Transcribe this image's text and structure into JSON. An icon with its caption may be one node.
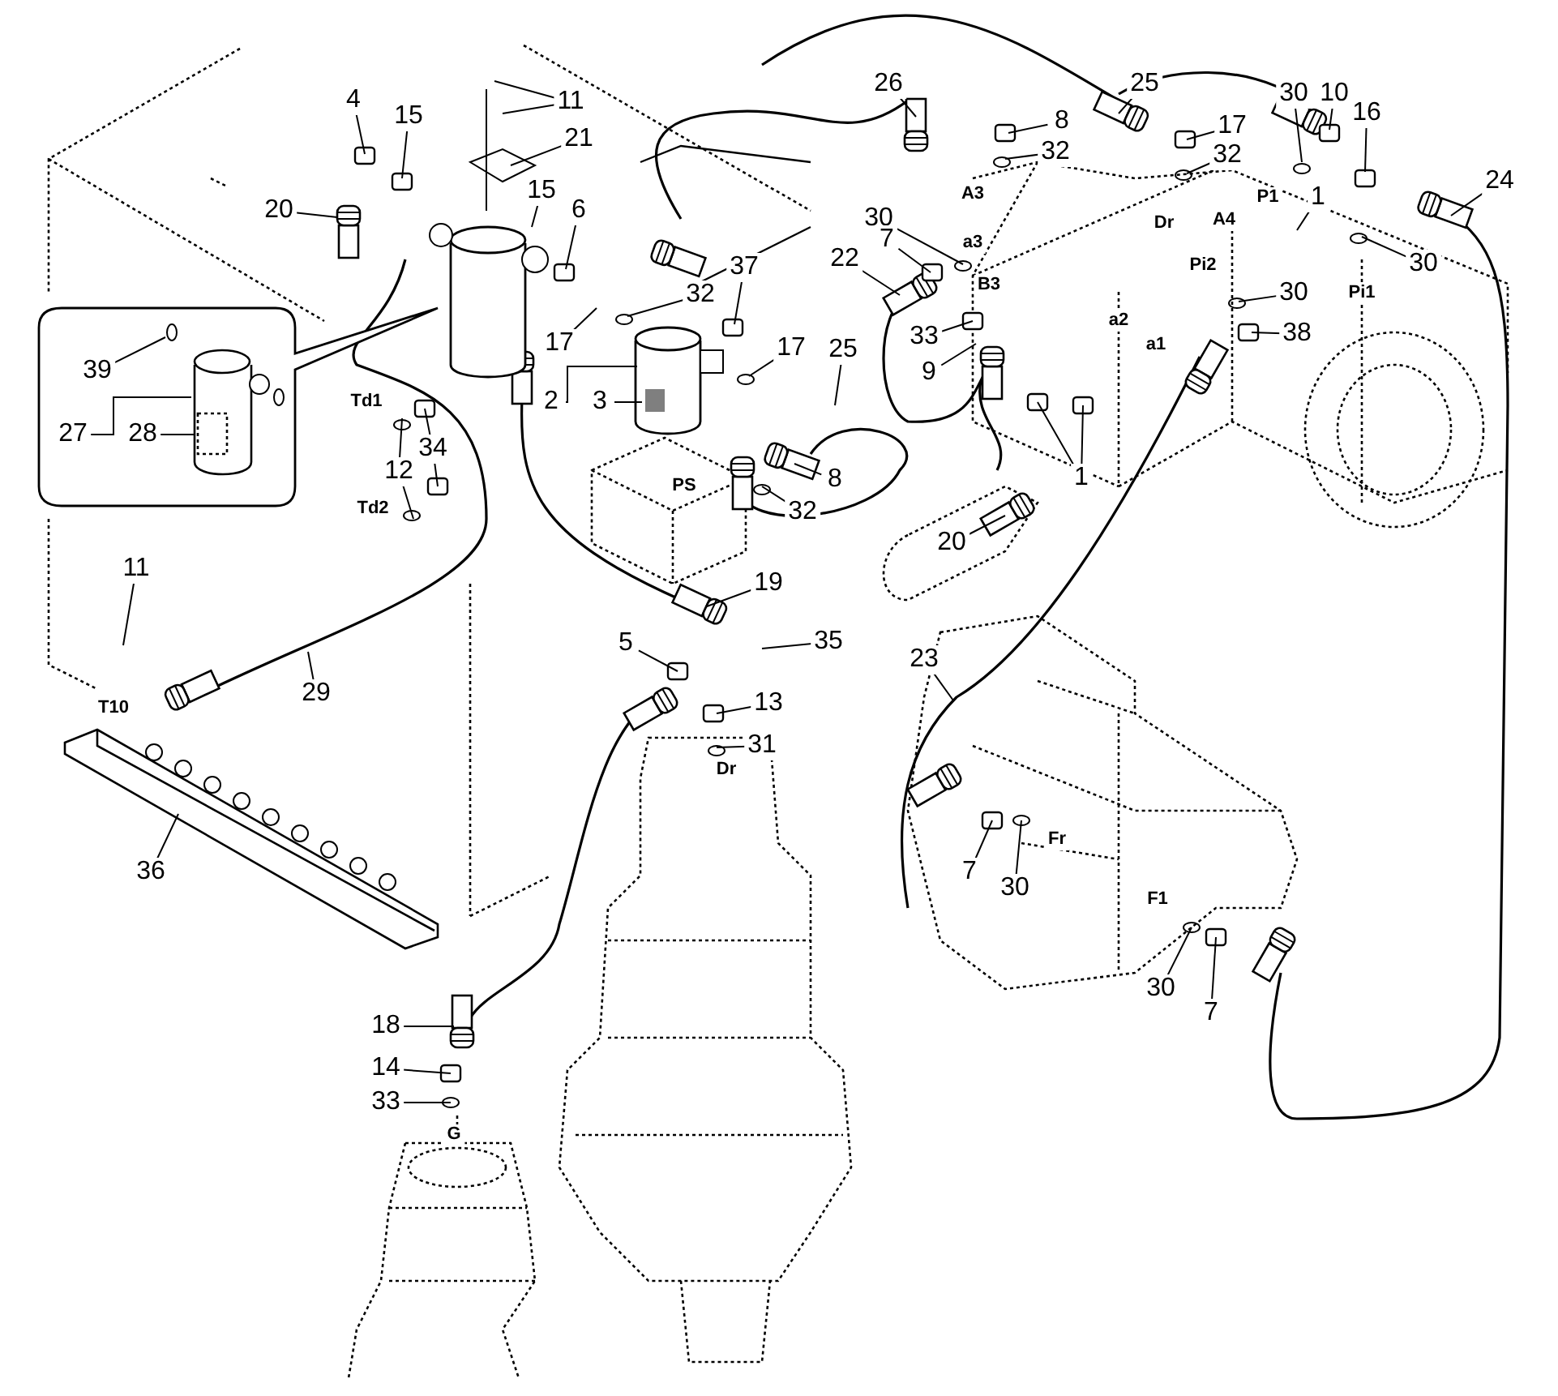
{
  "diagram": {
    "labels": [
      "26",
      "25",
      "30",
      "10",
      "4",
      "15",
      "11",
      "16",
      "21",
      "8",
      "17",
      "24",
      "20",
      "15",
      "6",
      "32",
      "32",
      "P1",
      "1",
      "A3",
      "Dr",
      "A4",
      "30",
      "37",
      "32",
      "a3",
      "7",
      "22",
      "30",
      "Pi2",
      "Pi1",
      "30",
      "17",
      "17",
      "B3",
      "33",
      "38",
      "a2",
      "a1",
      "39",
      "2",
      "3",
      "25",
      "9",
      "Td1",
      "34",
      "27",
      "28",
      "12",
      "8",
      "PS",
      "Td2",
      "32",
      "1",
      "20",
      "11",
      "19",
      "23",
      "5",
      "35",
      "29",
      "13",
      "T10",
      "31",
      "Dr",
      "Fr",
      "7",
      "30",
      "36",
      "F1",
      "30",
      "7",
      "18",
      "14",
      "33",
      "G"
    ]
  }
}
